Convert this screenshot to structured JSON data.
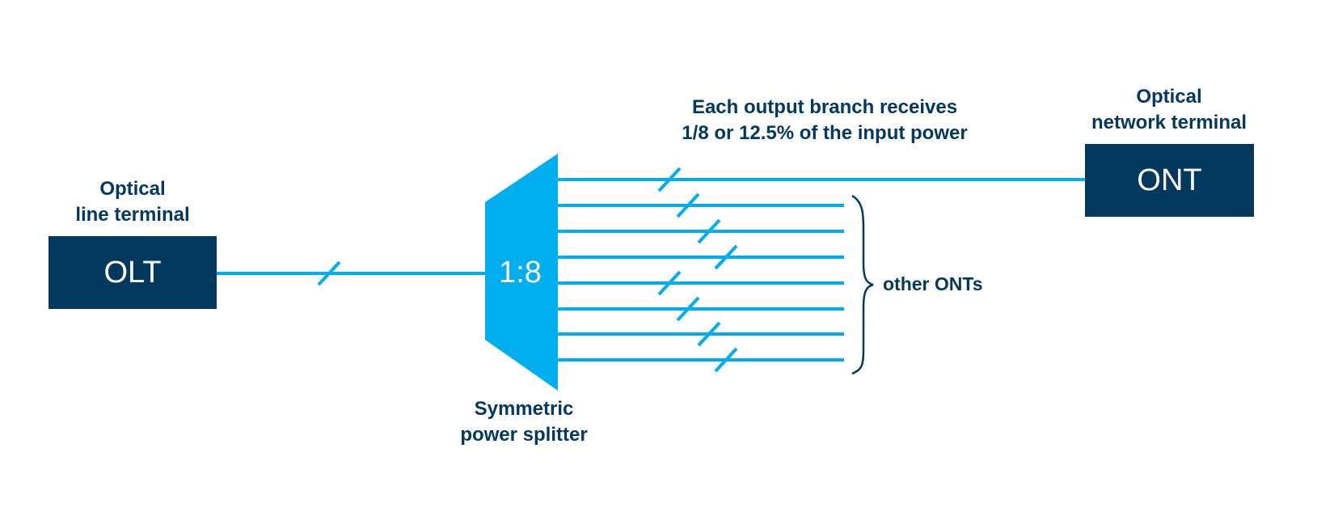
{
  "colors": {
    "navy": "#03385f",
    "fiber": "#00aeef",
    "background": "#ffffff"
  },
  "olt": {
    "caption": [
      "Optical",
      "line terminal"
    ],
    "label": "OLT"
  },
  "ont": {
    "caption": [
      "Optical",
      "network terminal"
    ],
    "label": "ONT"
  },
  "splitter": {
    "ratio": "1:8",
    "caption": [
      "Symmetric",
      "power splitter"
    ],
    "branches": 8
  },
  "annotation": [
    "Each output branch receives",
    "1/8 or 12.5% of the input power"
  ],
  "other_onts_label": "other ONTs"
}
